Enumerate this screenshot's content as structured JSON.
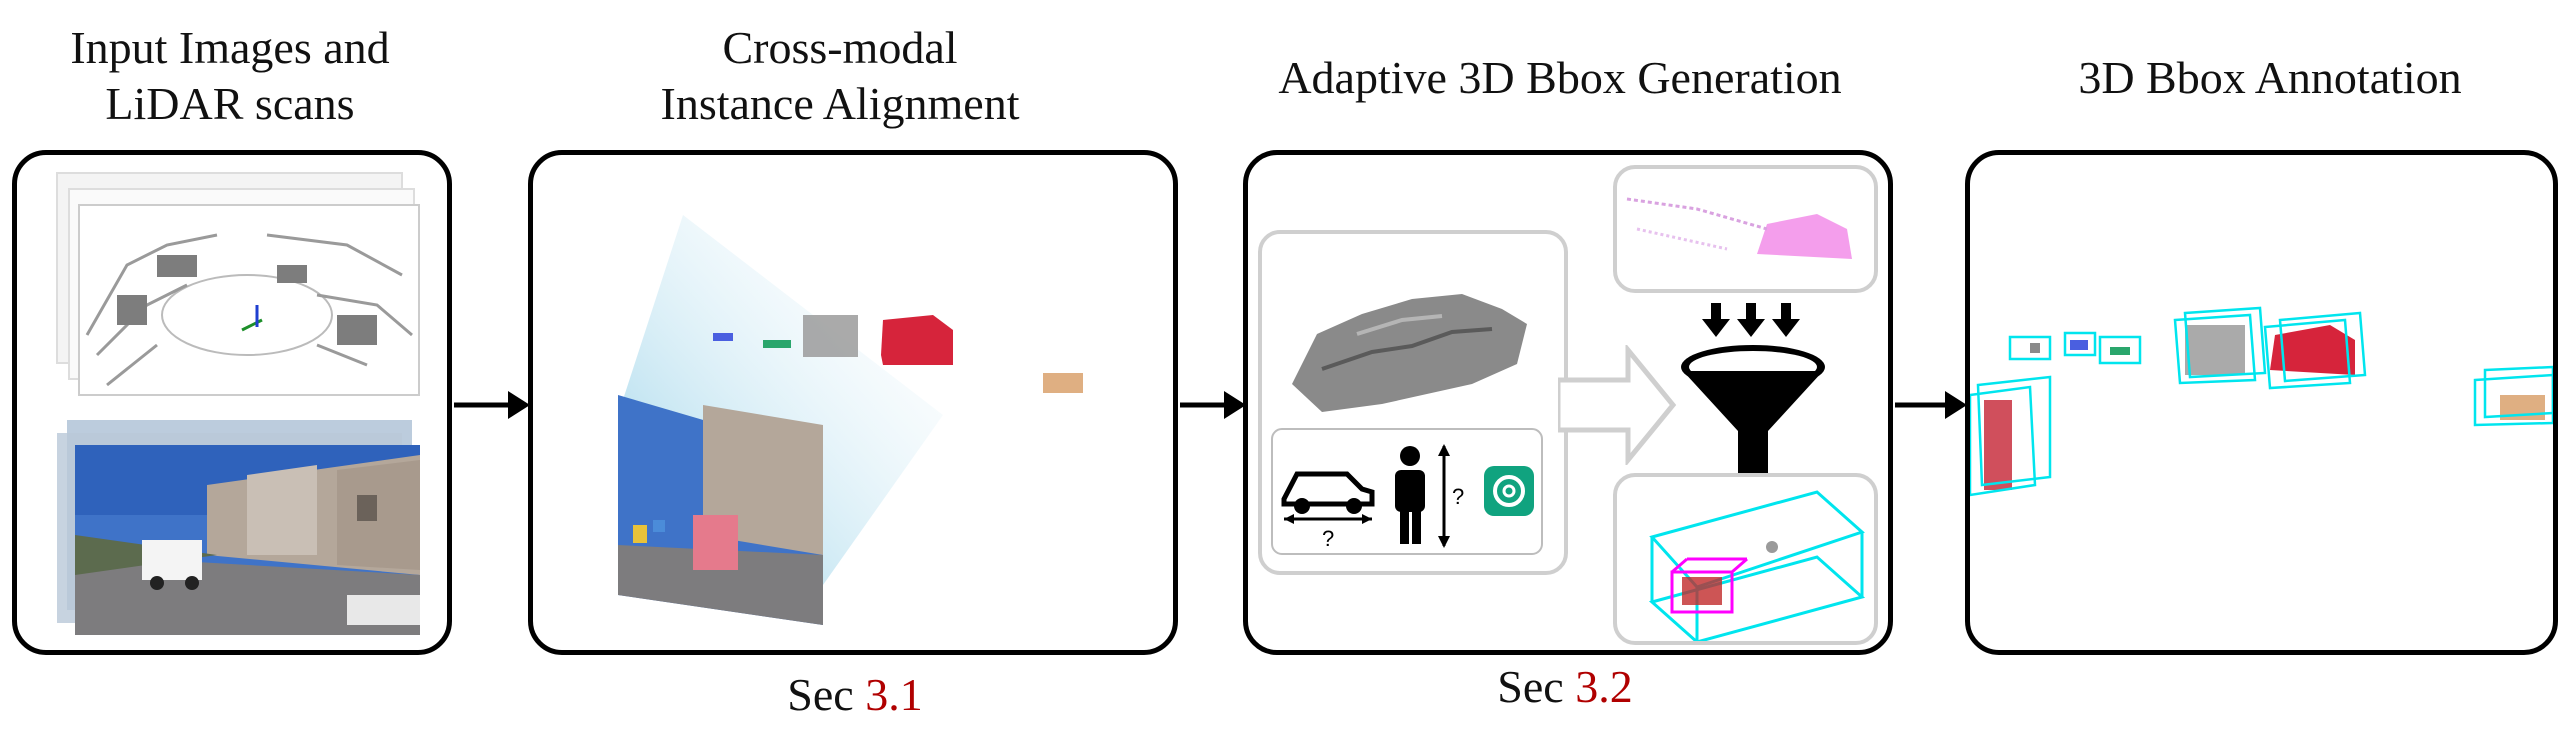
{
  "stage1": {
    "title_line1": "Input Images and",
    "title_line2": "LiDAR scans"
  },
  "stage2": {
    "title_line1": "Cross-modal",
    "title_line2": "Instance Alignment"
  },
  "stage3": {
    "title": "Adaptive 3D Bbox Generation"
  },
  "stage4": {
    "title": "3D Bbox Annotation"
  },
  "sec1": {
    "prefix": "Sec",
    "number": "3.1"
  },
  "sec2": {
    "prefix": "Sec",
    "number": "3.2"
  },
  "size_query": {
    "width_mark": "?",
    "height_mark": "?"
  },
  "colors": {
    "accent_red": "#b00000",
    "bbox_cyan": "#00e5ee",
    "gpt_green": "#10a37f",
    "mask_magenta": "#ff00ff"
  },
  "icons": [
    "point-cloud-image",
    "street-photo-image",
    "frustum-projection",
    "car-mesh-image",
    "car-icon",
    "person-icon",
    "chatgpt-icon",
    "funnel-icon",
    "bbox-render-image"
  ]
}
